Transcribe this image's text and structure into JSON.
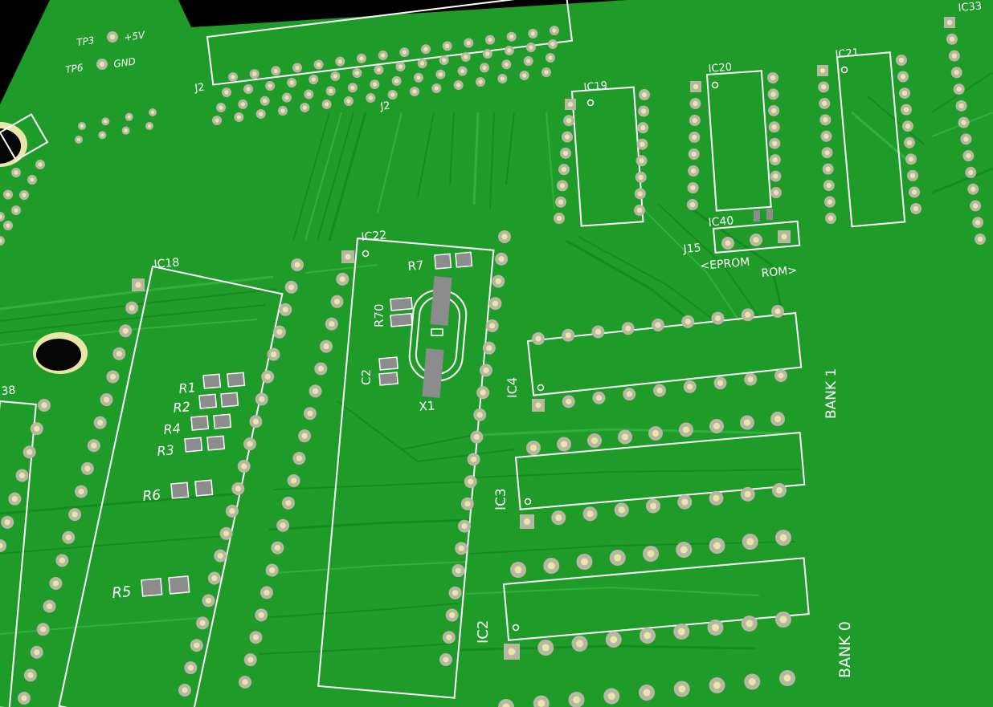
{
  "colors": {
    "board": "#1f9b2a",
    "trace": "#168a20",
    "trace_light": "#2fb03a",
    "silk": "#ffffff",
    "pad_ring": "#b7b7a4",
    "pad_hole": "#e8e7a8",
    "smd_pad": "#8c8c8c",
    "void": "#000000"
  },
  "labels": {
    "tp3": "TP3",
    "tp3_net": "+5V",
    "tp6": "TP6",
    "tp6_net": "GND",
    "j2_left": "J2",
    "j2_bottom": "J2",
    "ic33": "IC33",
    "ic21": "IC21",
    "ic20": "IC20",
    "ic19": "IC19",
    "ic40": "IC40",
    "j15": "J15",
    "eprom": "<EPROM",
    "rom": "ROM>",
    "ic22": "IC22",
    "ic18": "IC18",
    "ic38": "38",
    "r7": "R7",
    "r70": "R70",
    "c2": "C2",
    "x1": "X1",
    "r1": "R1",
    "r2": "R2",
    "r4": "R4",
    "r3": "R3",
    "r6": "R6",
    "r5": "R5",
    "ic4": "IC4",
    "ic3": "IC3",
    "ic2": "IC2",
    "bank1": "BANK 1",
    "bank0": "BANK 0"
  }
}
